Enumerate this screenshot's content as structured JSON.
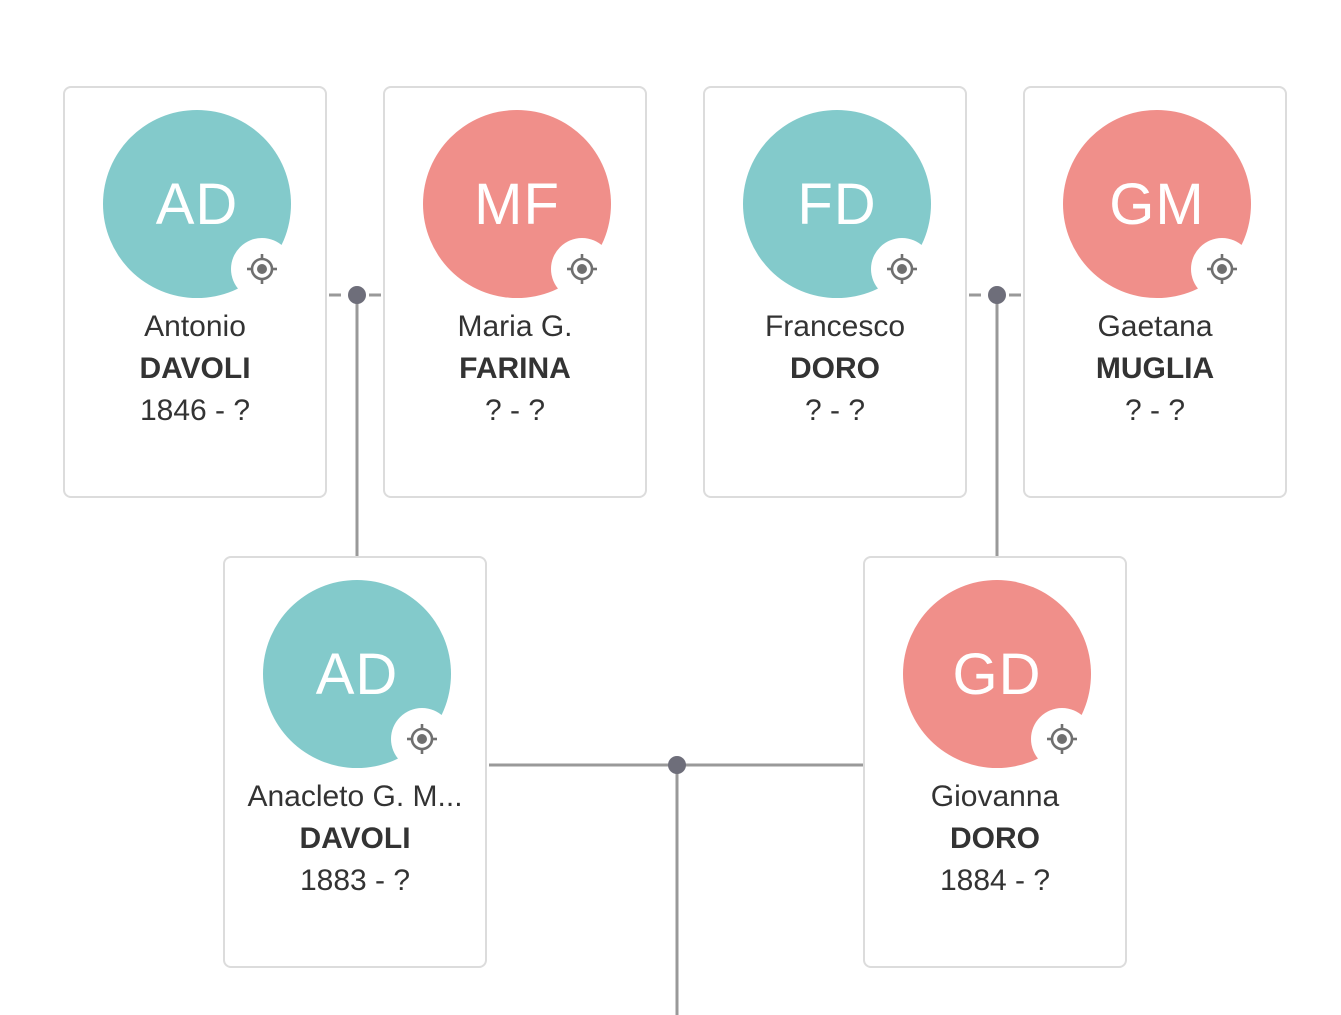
{
  "colors": {
    "male": "#83cacb",
    "female": "#f08f8a",
    "connector": "#999999",
    "junction": "#6e6e7a",
    "card_border": "#dcdcdc"
  },
  "icons": {
    "locate": "crosshair-target-icon"
  },
  "people": {
    "antonio": {
      "initials": "AD",
      "first_name": "Antonio",
      "last_name": "DAVOLI",
      "dates": "1846 - ?",
      "gender": "male"
    },
    "maria": {
      "initials": "MF",
      "first_name": "Maria G.",
      "last_name": "FARINA",
      "dates": "? - ?",
      "gender": "female"
    },
    "francesco": {
      "initials": "FD",
      "first_name": "Francesco",
      "last_name": "DORO",
      "dates": "? - ?",
      "gender": "male"
    },
    "gaetana": {
      "initials": "GM",
      "first_name": "Gaetana",
      "last_name": "MUGLIA",
      "dates": "? - ?",
      "gender": "female"
    },
    "anacleto": {
      "initials": "AD",
      "first_name": "Anacleto G. M...",
      "last_name": "DAVOLI",
      "dates": "1883 - ?",
      "gender": "male"
    },
    "giovanna": {
      "initials": "GD",
      "first_name": "Giovanna",
      "last_name": "DORO",
      "dates": "1884 - ?",
      "gender": "female"
    }
  }
}
